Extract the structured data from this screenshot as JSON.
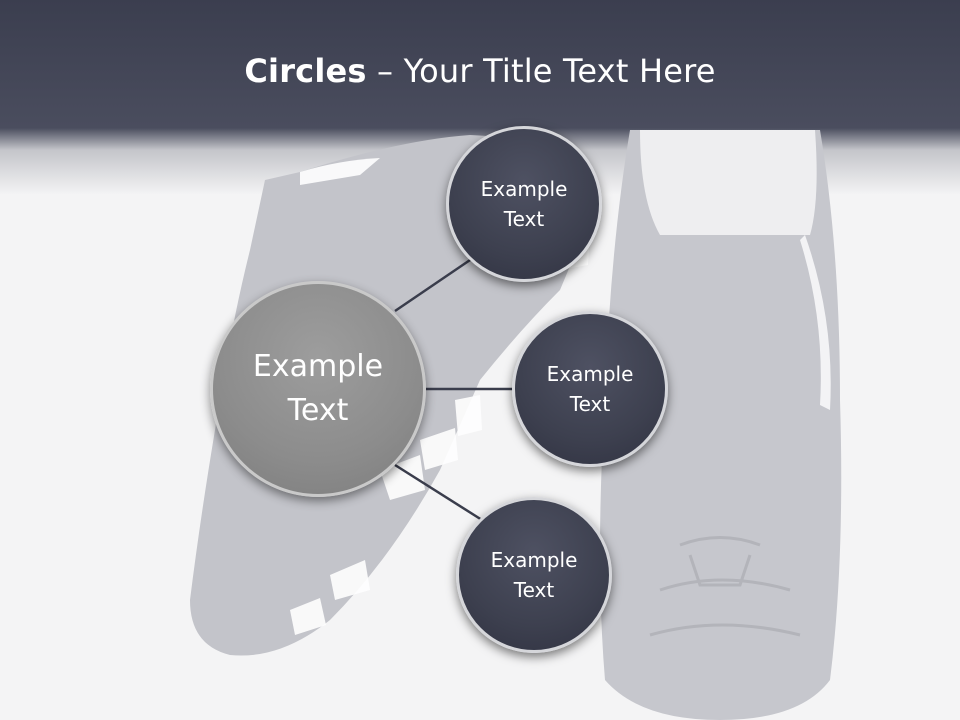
{
  "slide": {
    "title_bold": "Circles",
    "title_rest": " – Your Title Text Here"
  },
  "main_circle": {
    "label": "Example Text"
  },
  "circles": [
    {
      "label": "Example Text"
    },
    {
      "label": "Example Text"
    },
    {
      "label": "Example Text"
    }
  ],
  "colors": {
    "header": "#464a5b",
    "small_circle": "#3d404f",
    "main_circle": "#8c8c8c",
    "background": "#f4f4f5"
  },
  "background_image": "football-boots"
}
